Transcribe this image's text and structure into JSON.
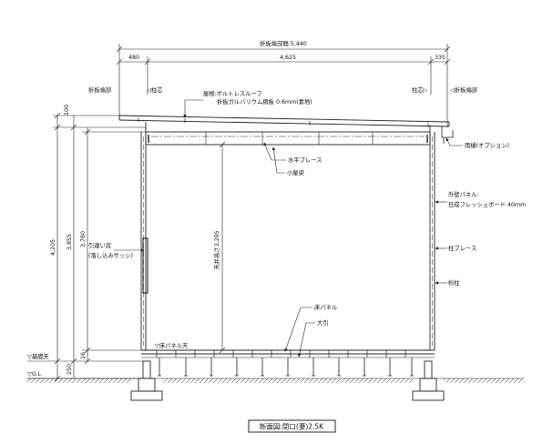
{
  "dimensions": {
    "overall_width": "折板端部間:5,440",
    "left_overhang": "480",
    "span": "4,625",
    "right_overhang": "335",
    "roof_height": "100",
    "total_height": "4,205",
    "eave_height": "3,855",
    "wall_height": "3,780",
    "floor_offset": "16",
    "foundation_height": "250",
    "ceiling_height": "天井高さ3,295"
  },
  "references": {
    "left_roof_edge": "折板端部",
    "left_column_center": "柱芯",
    "right_column_center": "柱芯",
    "right_roof_edge": "折板端部",
    "foundation_top": "▽基礎天",
    "ground_level": "▽G.L",
    "floor_panel_top": "▽床パネル天"
  },
  "labels": {
    "roof_line1": "屋根:ボルトレスルーフ",
    "roof_line2": "折板ガルバリウム鋼板 0.6mm(素地)",
    "gutter": "雨樋(オプション)",
    "horizontal_brace": "水平ブレース",
    "small_beam": "小屋梁",
    "exterior_panel_line1": "外壁パネル:",
    "exterior_panel_line2": "日成フレッシュボード 40mm",
    "column_brace": "柱ブレース",
    "column": "桁柱",
    "window_line1": "引違い窓",
    "window_line2": "(落し込みサッシ)",
    "floor_panel": "床パネル",
    "joist": "大引"
  },
  "title": "断面図:間口(妻)2.5K"
}
